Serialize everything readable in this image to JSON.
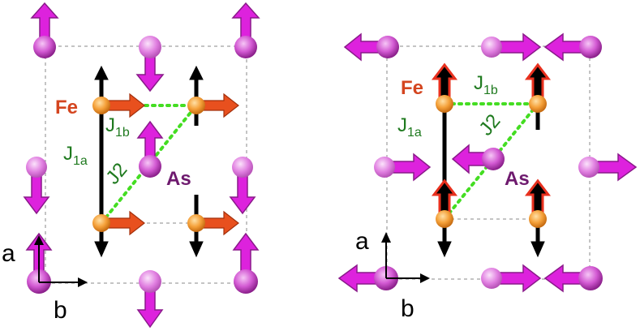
{
  "labels": {
    "fe": "Fe",
    "as": "As",
    "j1a_main": "J",
    "j1a_sub": "1a",
    "j1b_main": "J",
    "j1b_sub": "1b",
    "j2": "J2",
    "axis_a": "a",
    "axis_b": "b"
  },
  "colors": {
    "fe_label": "#d4451f",
    "as_label": "#6e1a6e",
    "j_label": "#1f7a1f",
    "as_atom": "#cc44cc",
    "as_arrow": "#dd22dd",
    "fe_atom": "#f39a2b",
    "fe_arrow": "#e8501e",
    "bond": "#44dd22",
    "cell": "#888888",
    "spin_black": "#000000"
  },
  "panels": [
    {
      "name": "left-panel",
      "description_key": "columnar"
    },
    {
      "name": "right-panel",
      "description_key": "columnar-rotated"
    }
  ]
}
